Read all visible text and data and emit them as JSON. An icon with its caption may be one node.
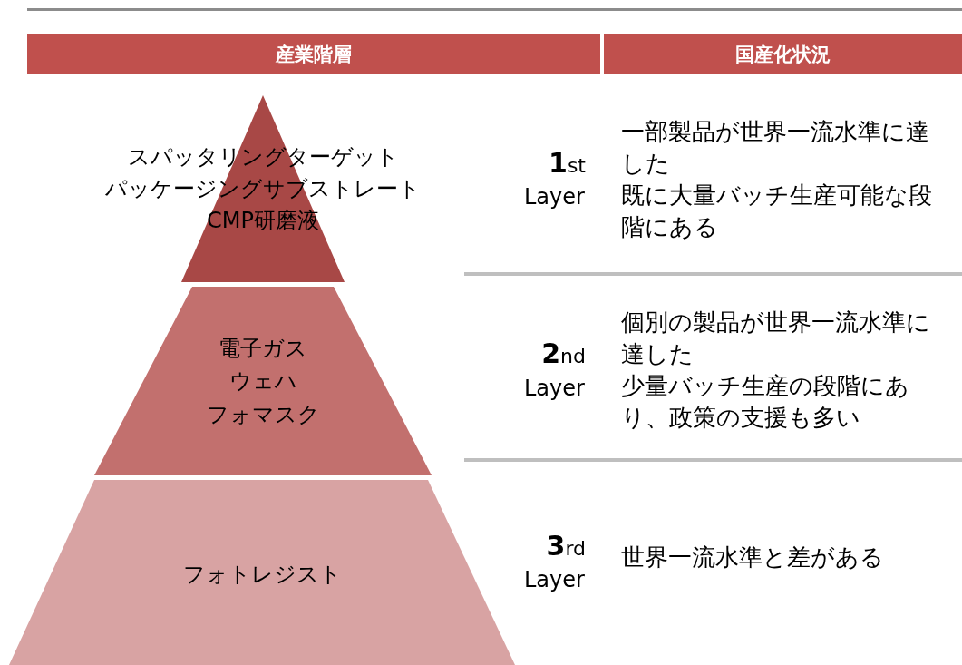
{
  "diagram": {
    "nodes": [
      {
        "text": [
          "産業階層"
        ]
      },
      {
        "text": [
          "国産化状況"
        ]
      },
      {
        "text": [
          "スパッタリングターゲット",
          "パッケージングサブストレート",
          "CMP研磨液"
        ]
      },
      {
        "text": [
          "電子ガス",
          "ウェハ",
          "フォマスク"
        ]
      },
      {
        "text": [
          "フォトレジスト"
        ]
      }
    ],
    "labels": [
      "**1**st",
      "Layer",
      "一部製品が世界一流水準に達した",
      "既に大量バッチ生産可能な段階にある",
      "**2**nd",
      "Layer",
      "個別の製品が世界一流水準に達した",
      "少量バッチ生産の段階にあり、政策の支援も多い",
      "**3**rd",
      "Layer",
      "世界一流水準と差がある"
    ]
  }
}
